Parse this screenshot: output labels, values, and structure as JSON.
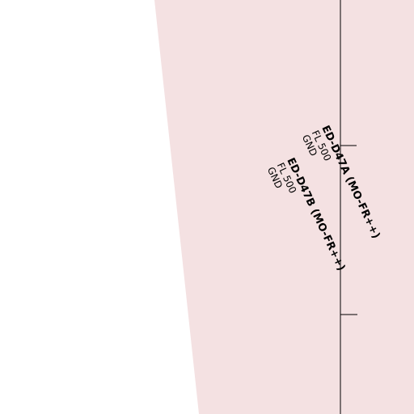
{
  "map": {
    "colors": {
      "background": "#ffffff",
      "restricted_area_fill": "#f4e1e2",
      "line": "#000000"
    },
    "restricted_areas": [
      {
        "name": "ED-D47A (MO-FR++)",
        "upper_limit": "FL 500",
        "lower_limit": "GND"
      },
      {
        "name": "ED-D47B (MO-FR++)",
        "upper_limit": "FL 500",
        "lower_limit": "GND"
      }
    ]
  }
}
